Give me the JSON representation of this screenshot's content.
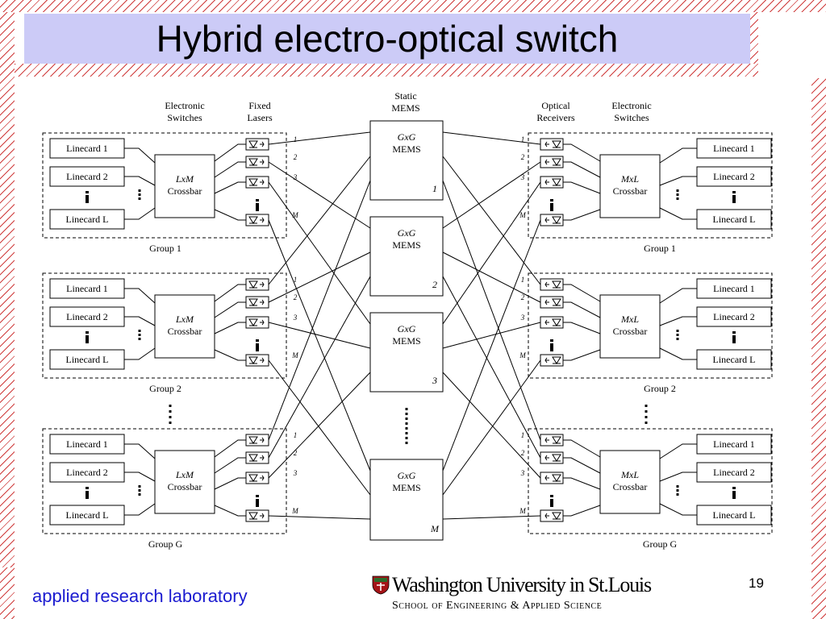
{
  "slide": {
    "title": "Hybrid electro-optical switch",
    "footer_lab": "applied research laboratory",
    "university": "Washington University in St.Louis",
    "school": "School of Engineering & Applied Science",
    "page_number": "19"
  },
  "diagram": {
    "headers": {
      "electronic_switches_left": [
        "Electronic",
        "Switches"
      ],
      "fixed_lasers": [
        "Fixed",
        "Lasers"
      ],
      "static_mems": [
        "Static",
        "MEMS"
      ],
      "optical_receivers": [
        "Optical",
        "Receivers"
      ],
      "electronic_switches_right": [
        "Electronic",
        "Switches"
      ]
    },
    "linecard_labels": [
      "Linecard 1",
      "Linecard 2",
      "Linecard L"
    ],
    "left_crossbar": [
      "LxM",
      "Crossbar"
    ],
    "right_crossbar": [
      "MxL",
      "Crossbar"
    ],
    "port_labels": [
      "1",
      "2",
      "3",
      "M"
    ],
    "mems_label": [
      "GxG",
      "MEMS"
    ],
    "mems_indices": [
      "1",
      "2",
      "3",
      "M"
    ],
    "left_groups": [
      "Group 1",
      "Group 2",
      "Group G"
    ],
    "right_groups": [
      "Group 1",
      "Group 2",
      "Group G"
    ]
  }
}
